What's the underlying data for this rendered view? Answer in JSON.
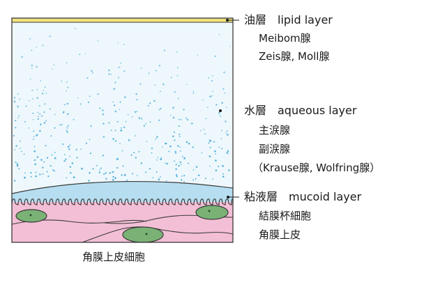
{
  "layers": {
    "lipid": {
      "title": "油層　lipid layer",
      "sources": [
        "Meibom腺",
        "Zeis腺, Moll腺"
      ]
    },
    "aqueous": {
      "title": "水層　aqueous layer",
      "sources": [
        "主涙腺",
        "副涙腺",
        "（Krause腺, Wolfring腺）"
      ]
    },
    "mucoid": {
      "title": "粘液層　mucoid layer",
      "sources": [
        "結膜杯細胞",
        "角膜上皮"
      ]
    }
  },
  "bottom_label": "角膜上皮細胞",
  "colors": {
    "lipid": "#f2e27c",
    "aqueous": "#eef8fc",
    "aqueous_dots": "#4aaad8",
    "mucoid": "#b6def0",
    "epithelium": "#f3bfd6",
    "nucleus": "#7ab276",
    "outline": "#3a3a3a"
  }
}
